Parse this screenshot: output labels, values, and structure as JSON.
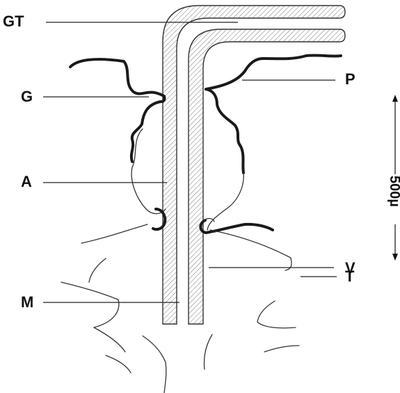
{
  "diagram": {
    "labels": {
      "gt": "GT",
      "g": "G",
      "a": "A",
      "m": "M",
      "p": "P",
      "v": "V",
      "t": "T"
    },
    "scale_bar": {
      "text": "500µ"
    },
    "colors": {
      "ink": "#1a1a1a",
      "background": "#ffffff"
    }
  }
}
